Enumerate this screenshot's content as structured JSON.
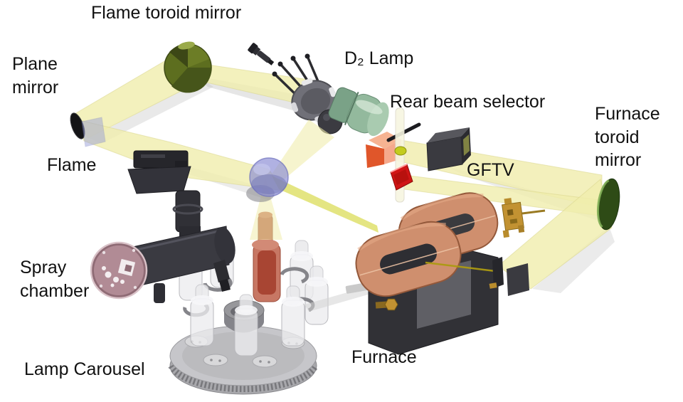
{
  "figure": {
    "labels": {
      "flame_toroid_mirror": "Flame toroid mirror",
      "plane_mirror": "Plane\nmirror",
      "d2_lamp": "D₂ Lamp",
      "rear_beam_selector": "Rear beam selector",
      "furnace_toroid_mirror": "Furnace\ntoroid\nmirror",
      "flame": "Flame",
      "gftv": "GFTV",
      "spray_chamber": "Spray\nchamber",
      "furnace": "Furnace",
      "lamp_carousel": "Lamp Carousel"
    },
    "colors": {
      "background": "#ffffff",
      "label_text": "#111111",
      "beam": "#f0edad",
      "beam_edge": "#d8d487",
      "beam_green": "#dfe06c",
      "beam_shadow": "#c7c7c7",
      "beam_line_gold": "#ac9a12",
      "toroid_mirror_green": "#5d6e1f",
      "furnace_mirror_green": "#2e4b16",
      "furnace_mirror_rim": "#7fae55",
      "copper_coil": "#cf8f6e",
      "copper_coil_dark": "#93583a",
      "dark_metal": "#35353a",
      "lamp_glass": "#ececee",
      "active_lamp": "#c4705c",
      "sphere_lens": "#8a8cd4",
      "red_filter": "#d01515",
      "salmon_cube": "#f5a98c",
      "salmon_cube_dark": "#e0562a",
      "brass": "#c29232",
      "spray_cap": "#b18b95",
      "rod": "#f6f5e0",
      "chopper_dot": "#c3cc1e"
    }
  }
}
